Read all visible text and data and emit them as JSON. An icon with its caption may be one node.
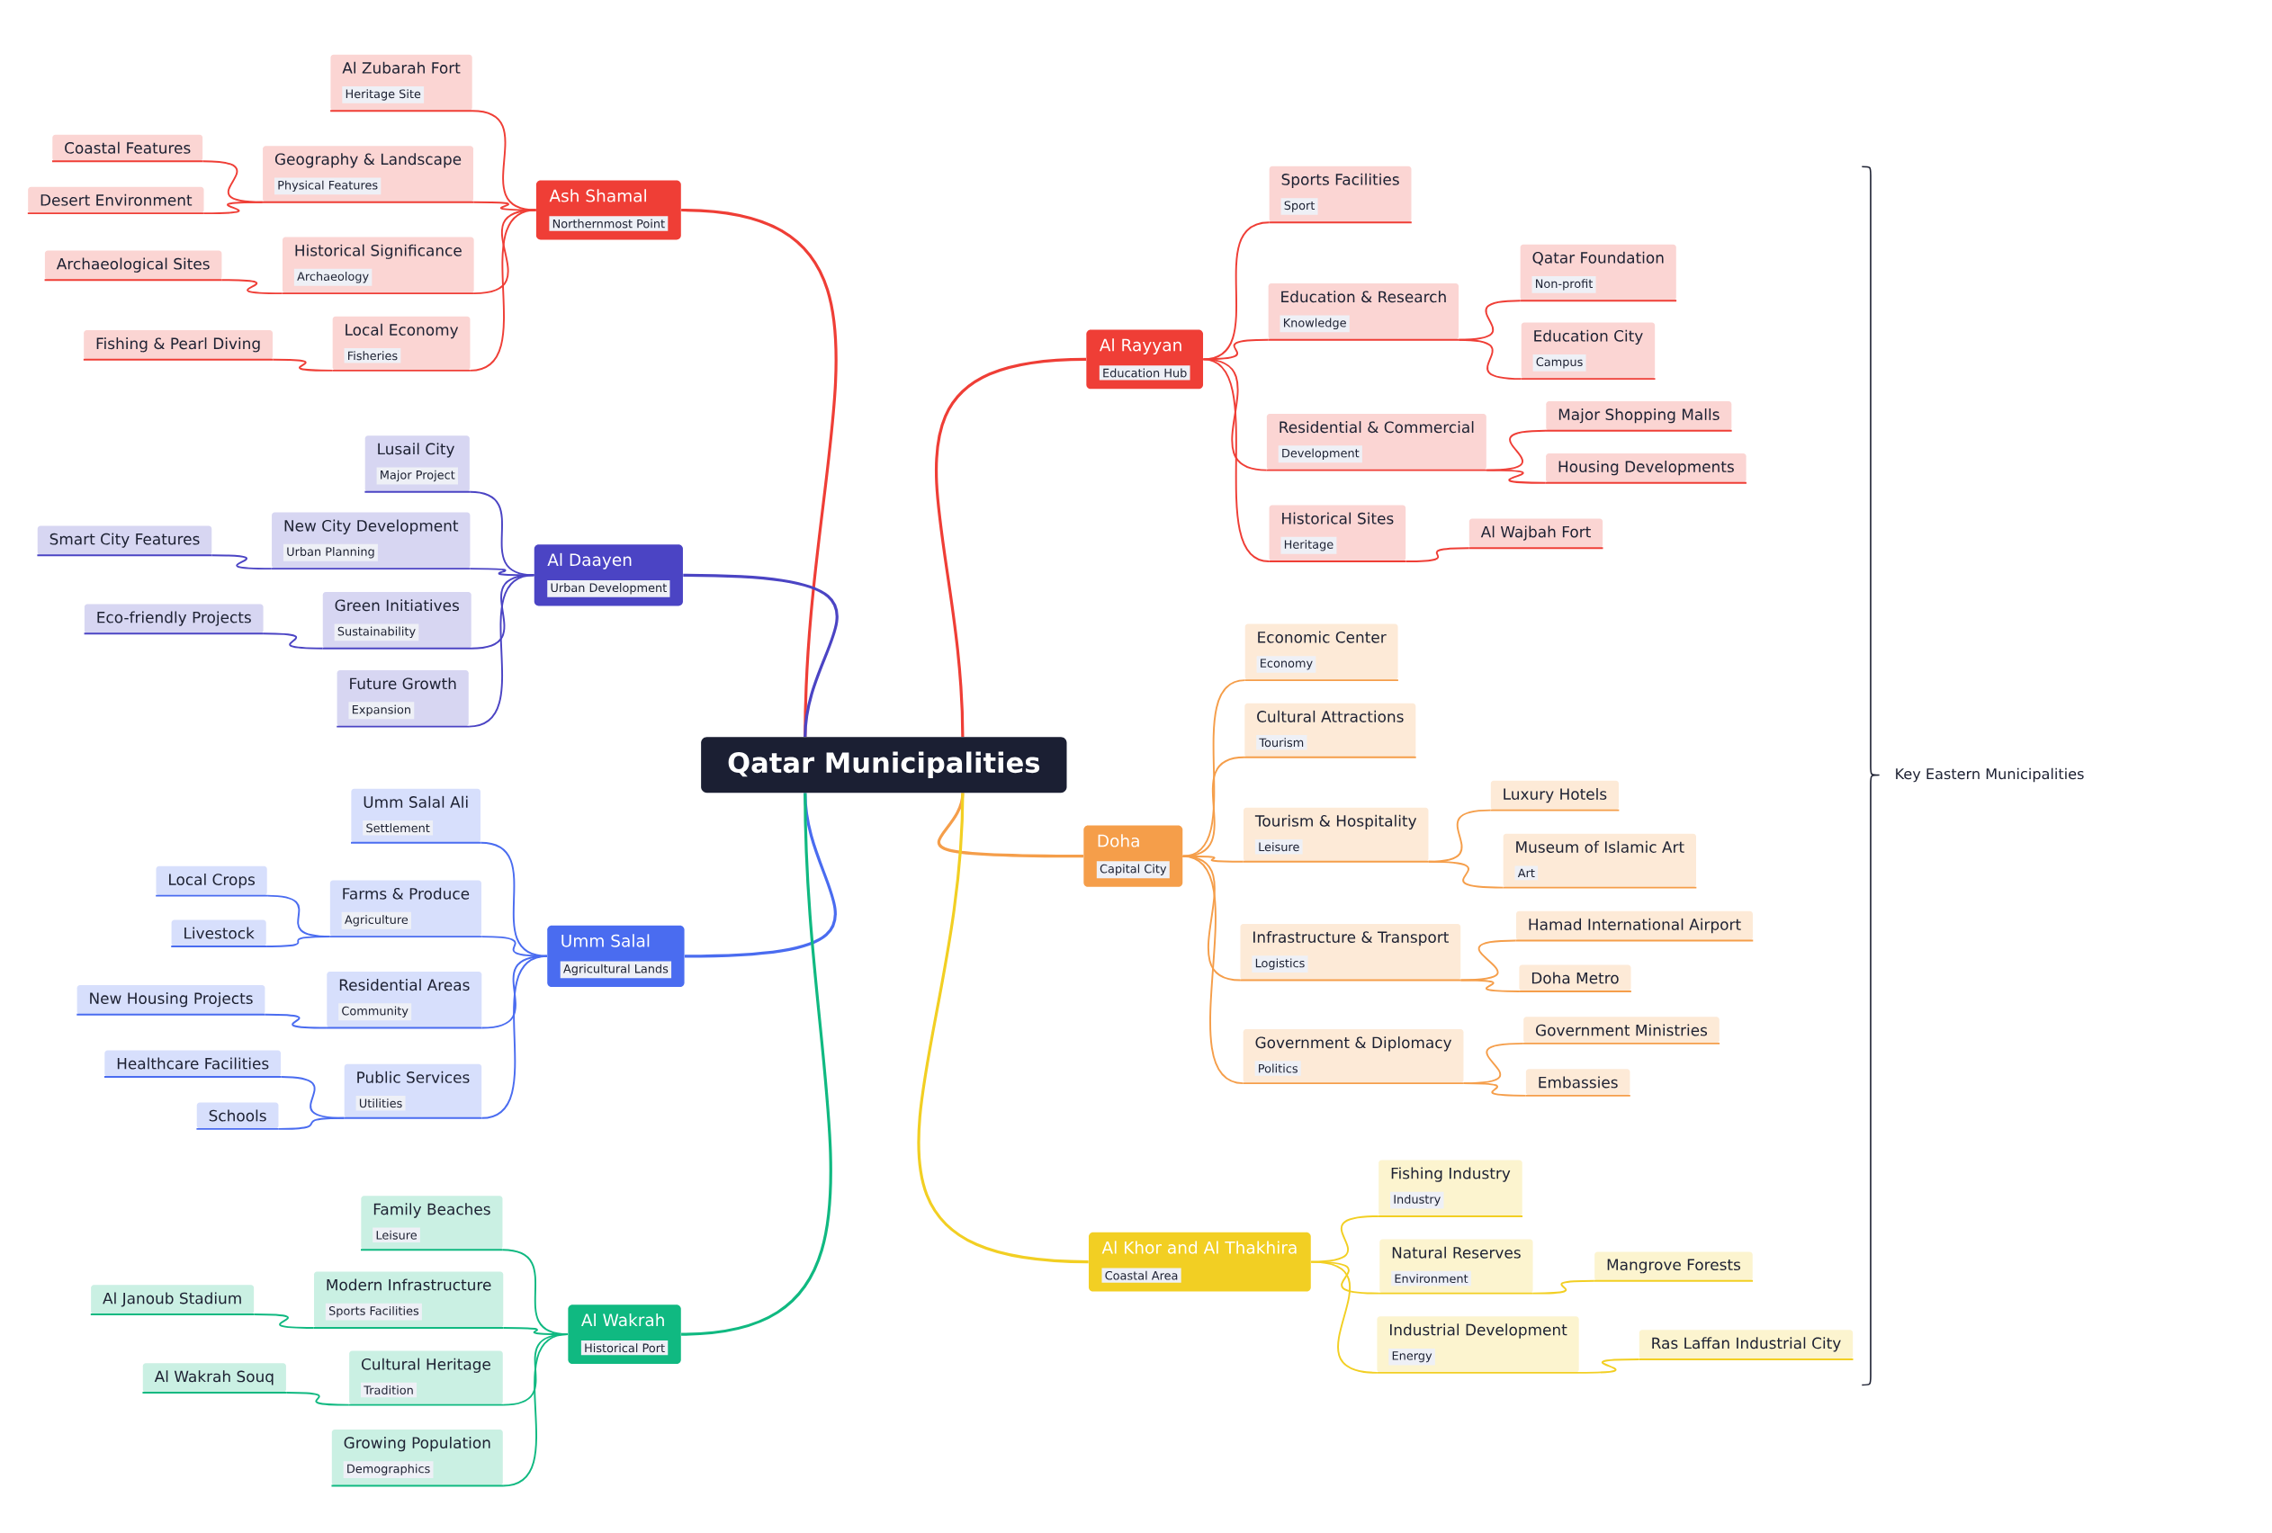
{
  "diagram": {
    "nodes": [
      {
        "text": [
          "Qatar Municipalities"
        ]
      },
      {
        "text": [
          "Ash Shamal",
          "Northernmost Point"
        ]
      },
      {
        "text": [
          "Al Zubarah Fort",
          "Heritage Site"
        ]
      },
      {
        "text": [
          "Geography & Landscape",
          "Physical Features"
        ]
      },
      {
        "text": [
          "Coastal Features"
        ]
      },
      {
        "text": [
          "Desert Environment"
        ]
      },
      {
        "text": [
          "Historical Significance",
          "Archaeology"
        ]
      },
      {
        "text": [
          "Archaeological Sites"
        ]
      },
      {
        "text": [
          "Local Economy",
          "Fisheries"
        ]
      },
      {
        "text": [
          "Fishing & Pearl Diving"
        ]
      },
      {
        "text": [
          "Al Daayen",
          "Urban Development"
        ]
      },
      {
        "text": [
          "Lusail City",
          "Major Project"
        ]
      },
      {
        "text": [
          "New City Development",
          "Urban Planning"
        ]
      },
      {
        "text": [
          "Smart City Features"
        ]
      },
      {
        "text": [
          "Green Initiatives",
          "Sustainability"
        ]
      },
      {
        "text": [
          "Eco-friendly Projects"
        ]
      },
      {
        "text": [
          "Future Growth",
          "Expansion"
        ]
      },
      {
        "text": [
          "Umm Salal",
          "Agricultural Lands"
        ]
      },
      {
        "text": [
          "Umm Salal Ali",
          "Settlement"
        ]
      },
      {
        "text": [
          "Farms & Produce",
          "Agriculture"
        ]
      },
      {
        "text": [
          "Local Crops"
        ]
      },
      {
        "text": [
          "Livestock"
        ]
      },
      {
        "text": [
          "Residential Areas",
          "Community"
        ]
      },
      {
        "text": [
          "New Housing Projects"
        ]
      },
      {
        "text": [
          "Public Services",
          "Utilities"
        ]
      },
      {
        "text": [
          "Healthcare Facilities"
        ]
      },
      {
        "text": [
          "Schools"
        ]
      },
      {
        "text": [
          "Al Wakrah",
          "Historical Port"
        ]
      },
      {
        "text": [
          "Family Beaches",
          "Leisure"
        ]
      },
      {
        "text": [
          "Modern Infrastructure",
          "Sports Facilities"
        ]
      },
      {
        "text": [
          "Al Janoub Stadium"
        ]
      },
      {
        "text": [
          "Cultural Heritage",
          "Tradition"
        ]
      },
      {
        "text": [
          "Al Wakrah Souq"
        ]
      },
      {
        "text": [
          "Growing Population",
          "Demographics"
        ]
      },
      {
        "text": [
          "Al Rayyan",
          "Education Hub"
        ]
      },
      {
        "text": [
          "Sports Facilities",
          "Sport"
        ]
      },
      {
        "text": [
          "Education & Research",
          "Knowledge"
        ]
      },
      {
        "text": [
          "Qatar Foundation",
          "Non-profit"
        ]
      },
      {
        "text": [
          "Education City",
          "Campus"
        ]
      },
      {
        "text": [
          "Residential & Commercial",
          "Development"
        ]
      },
      {
        "text": [
          "Major Shopping Malls"
        ]
      },
      {
        "text": [
          "Housing Developments"
        ]
      },
      {
        "text": [
          "Historical Sites",
          "Heritage"
        ]
      },
      {
        "text": [
          "Al Wajbah Fort"
        ]
      },
      {
        "text": [
          "Doha",
          "Capital City"
        ]
      },
      {
        "text": [
          "Economic Center",
          "Economy"
        ]
      },
      {
        "text": [
          "Cultural Attractions",
          "Tourism"
        ]
      },
      {
        "text": [
          "Tourism & Hospitality",
          "Leisure"
        ]
      },
      {
        "text": [
          "Luxury Hotels"
        ]
      },
      {
        "text": [
          "Museum of Islamic Art",
          "Art"
        ]
      },
      {
        "text": [
          "Infrastructure & Transport",
          "Logistics"
        ]
      },
      {
        "text": [
          "Hamad International Airport"
        ]
      },
      {
        "text": [
          "Doha Metro"
        ]
      },
      {
        "text": [
          "Government & Diplomacy",
          "Politics"
        ]
      },
      {
        "text": [
          "Government Ministries"
        ]
      },
      {
        "text": [
          "Embassies"
        ]
      },
      {
        "text": [
          "Al Khor and Al Thakhira",
          "Coastal Area"
        ]
      },
      {
        "text": [
          "Fishing Industry",
          "Industry"
        ]
      },
      {
        "text": [
          "Natural Reserves",
          "Environment"
        ]
      },
      {
        "text": [
          "Mangrove Forests"
        ]
      },
      {
        "text": [
          "Industrial Development",
          "Energy"
        ]
      },
      {
        "text": [
          "Ras Laffan Industrial City"
        ]
      }
    ],
    "edges": [
      {
        "from": 0,
        "to": 1,
        "arrow": "none",
        "color": "#ef3e36"
      },
      {
        "from": 1,
        "to": 2,
        "arrow": "none",
        "color": "#ef3e36"
      },
      {
        "from": 1,
        "to": 3,
        "arrow": "none",
        "color": "#ef3e36"
      },
      {
        "from": 3,
        "to": 4,
        "arrow": "none",
        "color": "#ef3e36"
      },
      {
        "from": 3,
        "to": 5,
        "arrow": "none",
        "color": "#ef3e36"
      },
      {
        "from": 1,
        "to": 6,
        "arrow": "none",
        "color": "#ef3e36"
      },
      {
        "from": 6,
        "to": 7,
        "arrow": "none",
        "color": "#ef3e36"
      },
      {
        "from": 1,
        "to": 8,
        "arrow": "none",
        "color": "#ef3e36"
      },
      {
        "from": 8,
        "to": 9,
        "arrow": "none",
        "color": "#ef3e36"
      },
      {
        "from": 0,
        "to": 10,
        "arrow": "none",
        "color": "#4b44c4"
      },
      {
        "from": 10,
        "to": 11,
        "arrow": "none",
        "color": "#4b44c4"
      },
      {
        "from": 10,
        "to": 12,
        "arrow": "none",
        "color": "#4b44c4"
      },
      {
        "from": 12,
        "to": 13,
        "arrow": "none",
        "color": "#4b44c4"
      },
      {
        "from": 10,
        "to": 14,
        "arrow": "none",
        "color": "#4b44c4"
      },
      {
        "from": 14,
        "to": 15,
        "arrow": "none",
        "color": "#4b44c4"
      },
      {
        "from": 10,
        "to": 16,
        "arrow": "none",
        "color": "#4b44c4"
      },
      {
        "from": 0,
        "to": 17,
        "arrow": "none",
        "color": "#4a6cf0"
      },
      {
        "from": 17,
        "to": 18,
        "arrow": "none",
        "color": "#4a6cf0"
      },
      {
        "from": 17,
        "to": 19,
        "arrow": "none",
        "color": "#4a6cf0"
      },
      {
        "from": 19,
        "to": 20,
        "arrow": "none",
        "color": "#4a6cf0"
      },
      {
        "from": 19,
        "to": 21,
        "arrow": "none",
        "color": "#4a6cf0"
      },
      {
        "from": 17,
        "to": 22,
        "arrow": "none",
        "color": "#4a6cf0"
      },
      {
        "from": 22,
        "to": 23,
        "arrow": "none",
        "color": "#4a6cf0"
      },
      {
        "from": 17,
        "to": 24,
        "arrow": "none",
        "color": "#4a6cf0"
      },
      {
        "from": 24,
        "to": 25,
        "arrow": "none",
        "color": "#4a6cf0"
      },
      {
        "from": 24,
        "to": 26,
        "arrow": "none",
        "color": "#4a6cf0"
      },
      {
        "from": 0,
        "to": 27,
        "arrow": "none",
        "color": "#10b981"
      },
      {
        "from": 27,
        "to": 28,
        "arrow": "none",
        "color": "#10b981"
      },
      {
        "from": 27,
        "to": 29,
        "arrow": "none",
        "color": "#10b981"
      },
      {
        "from": 29,
        "to": 30,
        "arrow": "none",
        "color": "#10b981"
      },
      {
        "from": 27,
        "to": 31,
        "arrow": "none",
        "color": "#10b981"
      },
      {
        "from": 31,
        "to": 32,
        "arrow": "none",
        "color": "#10b981"
      },
      {
        "from": 27,
        "to": 33,
        "arrow": "none",
        "color": "#10b981"
      },
      {
        "from": 0,
        "to": 34,
        "arrow": "none",
        "color": "#ef3e36"
      },
      {
        "from": 34,
        "to": 35,
        "arrow": "none",
        "color": "#ef3e36"
      },
      {
        "from": 34,
        "to": 36,
        "arrow": "none",
        "color": "#ef3e36"
      },
      {
        "from": 36,
        "to": 37,
        "arrow": "none",
        "color": "#ef3e36"
      },
      {
        "from": 36,
        "to": 38,
        "arrow": "none",
        "color": "#ef3e36"
      },
      {
        "from": 34,
        "to": 39,
        "arrow": "none",
        "color": "#ef3e36"
      },
      {
        "from": 39,
        "to": 40,
        "arrow": "none",
        "color": "#ef3e36"
      },
      {
        "from": 39,
        "to": 41,
        "arrow": "none",
        "color": "#ef3e36"
      },
      {
        "from": 34,
        "to": 42,
        "arrow": "none",
        "color": "#ef3e36"
      },
      {
        "from": 42,
        "to": 43,
        "arrow": "none",
        "color": "#ef3e36"
      },
      {
        "from": 0,
        "to": 44,
        "arrow": "none",
        "color": "#f59e4a"
      },
      {
        "from": 44,
        "to": 45,
        "arrow": "none",
        "color": "#f59e4a"
      },
      {
        "from": 44,
        "to": 46,
        "arrow": "none",
        "color": "#f59e4a"
      },
      {
        "from": 44,
        "to": 47,
        "arrow": "none",
        "color": "#f59e4a"
      },
      {
        "from": 47,
        "to": 48,
        "arrow": "none",
        "color": "#f59e4a"
      },
      {
        "from": 47,
        "to": 49,
        "arrow": "none",
        "color": "#f59e4a"
      },
      {
        "from": 44,
        "to": 50,
        "arrow": "none",
        "color": "#f59e4a"
      },
      {
        "from": 50,
        "to": 51,
        "arrow": "none",
        "color": "#f59e4a"
      },
      {
        "from": 50,
        "to": 52,
        "arrow": "none",
        "color": "#f59e4a"
      },
      {
        "from": 44,
        "to": 53,
        "arrow": "none",
        "color": "#f59e4a"
      },
      {
        "from": 53,
        "to": 54,
        "arrow": "none",
        "color": "#f59e4a"
      },
      {
        "from": 53,
        "to": 55,
        "arrow": "none",
        "color": "#f59e4a"
      },
      {
        "from": 0,
        "to": 56,
        "arrow": "none",
        "color": "#f2cf23"
      },
      {
        "from": 56,
        "to": 57,
        "arrow": "none",
        "color": "#f2cf23"
      },
      {
        "from": 56,
        "to": 58,
        "arrow": "none",
        "color": "#f2cf23"
      },
      {
        "from": 58,
        "to": 59,
        "arrow": "none",
        "color": "#f2cf23"
      },
      {
        "from": 56,
        "to": 60,
        "arrow": "none",
        "color": "#f2cf23"
      },
      {
        "from": 60,
        "to": 61,
        "arrow": "none",
        "color": "#f2cf23"
      }
    ],
    "labels": [
      "Key Eastern Municipalities"
    ]
  }
}
